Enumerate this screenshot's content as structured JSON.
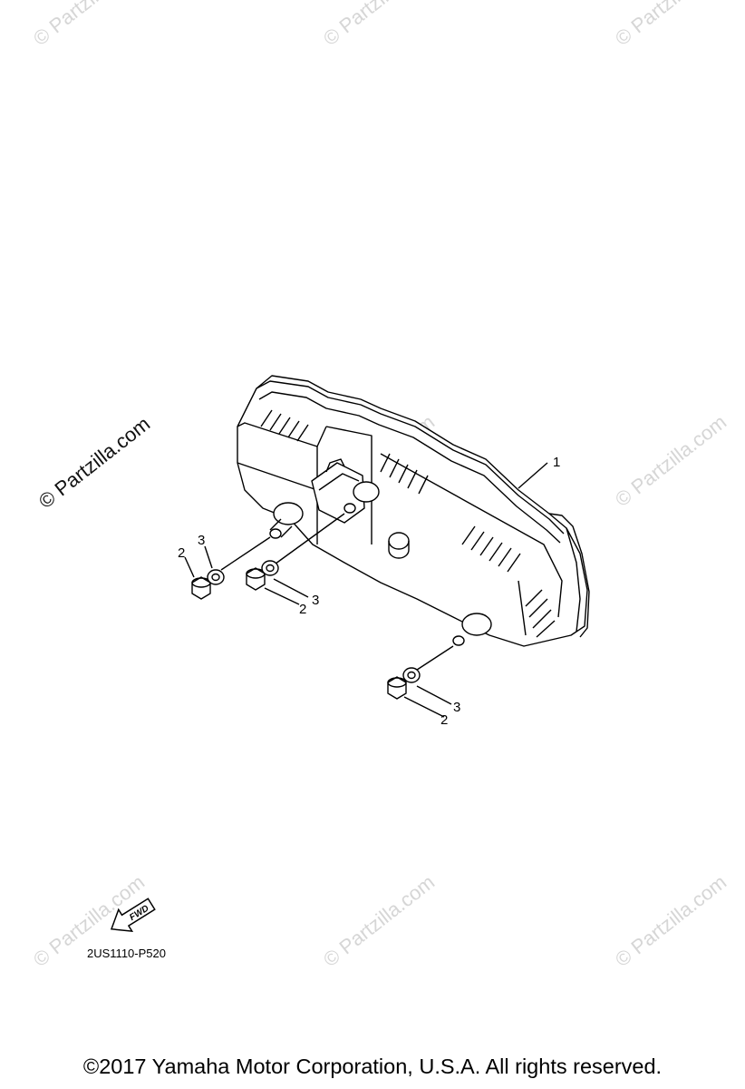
{
  "watermark": {
    "text": "© Partzilla.com",
    "main_text": "© Partzilla.com"
  },
  "callouts": {
    "item1": "1",
    "item2": "2",
    "item3": "3"
  },
  "direction_label": "FWD",
  "diagram_code": "2US1110-P520",
  "copyright": "©2017 Yamaha Motor Corporation, U.S.A. All rights reserved."
}
